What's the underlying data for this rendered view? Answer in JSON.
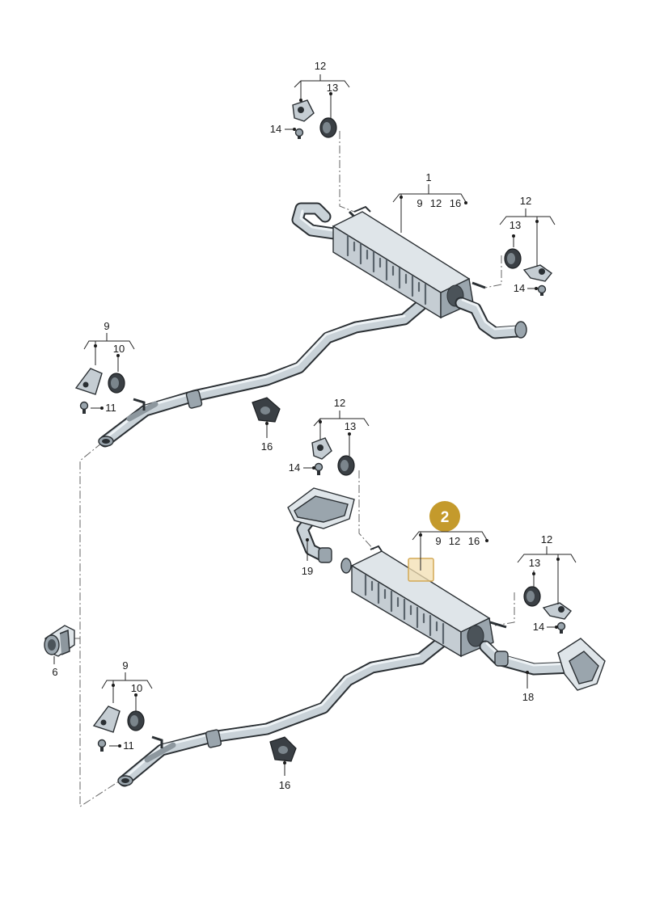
{
  "callouts": {
    "top_mount_group": "12",
    "top_mount_rubber": "13",
    "top_mount_bolt": "14",
    "rear_silencer_upper": "1",
    "silencer_upper_refs": [
      "9",
      "12",
      "16"
    ],
    "right_mount_group_upper": "12",
    "right_mount_rubber_upper": "13",
    "right_mount_bolt_upper": "14",
    "front_mount_group_upper": "9",
    "front_mount_rubber_upper": "10",
    "front_mount_bolt_upper": "11",
    "center_hanger_upper": "16",
    "mid_mount_group": "12",
    "mid_mount_rubber": "13",
    "mid_mount_bolt": "14",
    "highlight_badge": "2",
    "silencer_lower_refs": [
      "9",
      "12",
      "16"
    ],
    "left_tailpipe": "19",
    "right_mount_group_lower": "12",
    "right_mount_rubber_lower": "13",
    "right_mount_bolt_lower": "14",
    "right_tailpipe": "18",
    "clamp": "6",
    "front_mount_group_lower": "9",
    "front_mount_rubber_lower": "10",
    "front_mount_bolt_lower": "11",
    "center_hanger_lower": "16"
  },
  "colors": {
    "badge_fill": "#c49a2c",
    "badge_text": "#ffffff",
    "highlight_fill": "#f3dfb2",
    "highlight_stroke": "#d4a955"
  }
}
